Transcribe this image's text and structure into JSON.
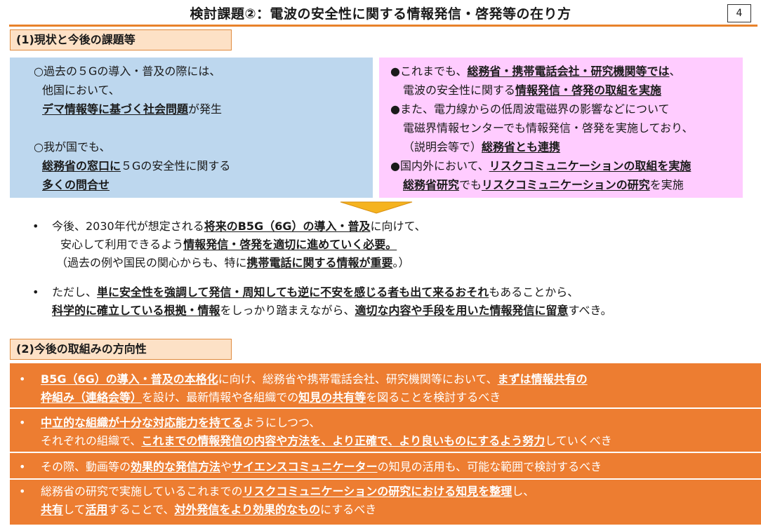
{
  "header": {
    "title": "検討課題②：電波の安全性に関する情報発信・啓発等の在り方",
    "page_number": "4"
  },
  "section1": {
    "heading": "(1)現状と今後の課題等",
    "status_box": {
      "p1_line1": "○過去の５Gの導入・普及の際には、",
      "p1_line2": "他国において、",
      "p1_line3_bold": "デマ情報等に基づく社会問題",
      "p1_line3_rest": "が発生",
      "p2_line1": "○我が国でも、",
      "p2_line2_bold": "総務省の窓口に",
      "p2_line2_rest": "５Gの安全性に関する",
      "p2_line3_bold": "多くの問合せ"
    },
    "efforts_box": {
      "b1_pre": "●これまでも、",
      "b1_bold": "総務省・携帯電話会社・研究機関等では",
      "b1_post": "、",
      "b1_l2_pre": "電波の安全性に関する",
      "b1_l2_bold": "情報発信・啓発の取組を実施",
      "b2_l1": "●また、電力線からの低周波電磁界の影響などについて",
      "b2_l2": "電磁界情報センターでも情報発信・啓発を実施しており、",
      "b2_l3_pre": "（説明会等で）",
      "b2_l3_bold": "総務省とも連携",
      "b3_pre": "●国内外において、",
      "b3_bold": "リスクコミュニケーションの取組を実施",
      "b3_l2_bold1": "総務省研究",
      "b3_l2_mid": "でも",
      "b3_l2_bold2": "リスクコミュニケーションの研究",
      "b3_l2_post": "を実施"
    },
    "issue_bullets": {
      "dot": "•",
      "i1_l1_pre": "今後、2030年代が想定される",
      "i1_l1_bold": "将来のB5G（6G）の導入・普及",
      "i1_l1_post": "に向けて、",
      "i1_l2_pre": "安心して利用できるよう",
      "i1_l2_bold": "情報発信・啓発を適切に進めていく必要。",
      "i1_l3_pre": "（過去の例や国民の関心からも、特に",
      "i1_l3_bold": "携帯電話に関する情報が重要",
      "i1_l3_post": "。）",
      "i2_l1_pre": "ただし、",
      "i2_l1_bold": "単に安全性を強調して発信・周知しても逆に不安を感じる者も出て来るおそれ",
      "i2_l1_post": "もあることから、",
      "i2_l2_bold1": "科学的に確立している根拠・情報",
      "i2_l2_mid": "をしっかり踏まえながら、",
      "i2_l2_bold2": "適切な内容や手段を用いた情報発信に留意",
      "i2_l2_post": "すべき。"
    }
  },
  "section2": {
    "heading": "(2)今後の取組みの方向性",
    "items": {
      "dot": "•",
      "d1_l1_bold1": "B5G（6G）の導入・普及の本格化",
      "d1_l1_mid": "に向け、総務省や携帯電話会社、研究機関等において、",
      "d1_l1_bold2": "まずは情報共有の",
      "d1_l2_bold": "枠組み（連絡会等）",
      "d1_l2_mid": "を設け、最新情報や各組織での",
      "d1_l2_bold2": "知見の共有等",
      "d1_l2_post": "を図ることを検討するべき",
      "d2_l1_bold": "中立的な組織が十分な対応能力を持てる",
      "d2_l1_post": "ようにしつつ、",
      "d2_l2_pre": "それぞれの組織で、",
      "d2_l2_bold": "これまでの情報発信の内容や方法を、より正確で、より良いものにするよう努力",
      "d2_l2_post": "していくべき",
      "d3_pre": "その際、動画等の",
      "d3_bold1": "効果的な発信方法",
      "d3_mid": "や",
      "d3_bold2": "サイエンスコミュニケーター",
      "d3_post": "の知見の活用も、可能な範囲で検討するべき",
      "d4_l1_pre": "総務省の研究で実施しているこれまでの",
      "d4_l1_bold": "リスクコミュニケーションの研究における知見を整理",
      "d4_l1_post": "し、",
      "d4_l2_bold1": "共有",
      "d4_l2_mid1": "して",
      "d4_l2_bold2": "活用",
      "d4_l2_mid2": "することで、",
      "d4_l2_bold3": "対外発信をより効果的なもの",
      "d4_l2_post": "にするべき"
    }
  },
  "colors": {
    "accent_orange": "#ed7d31",
    "status_blue": "#bdd7ee",
    "efforts_pink": "#ffccff",
    "heading_fill": "#fde1c6",
    "arrow_fill": "#f5b31f"
  },
  "icons": {
    "arrow": "down-arrow-icon"
  }
}
